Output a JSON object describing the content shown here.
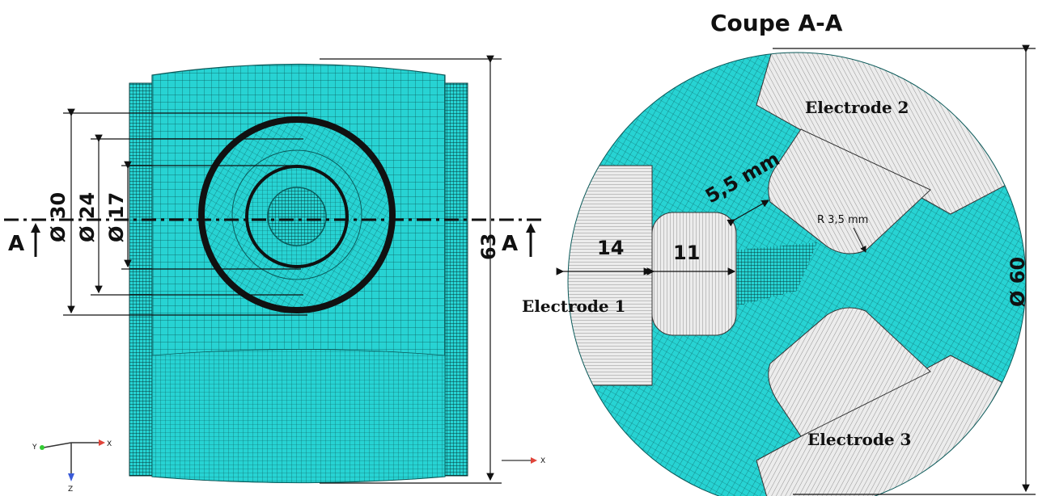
{
  "section_title": "Coupe A-A",
  "left_view": {
    "dims": {
      "d30": "Ø 30",
      "d24": "Ø 24",
      "d17": "Ø 17",
      "h63": "63"
    },
    "section_marker_left": "A",
    "section_marker_right": "A",
    "triad": {
      "y": "Y",
      "x": "X",
      "z": "Z"
    },
    "mesh_color": "#27d3d3"
  },
  "right_view": {
    "electrode1": "Electrode 1",
    "electrode2": "Electrode 2",
    "electrode3": "Electrode 3",
    "dim_gap": "5,5 mm",
    "dim_radius": "R 3,5 mm",
    "dim_14": "14",
    "dim_11": "11",
    "dim_d60": "Ø 60",
    "triad_x": "X",
    "electrode_color": "#e9e9e9"
  }
}
